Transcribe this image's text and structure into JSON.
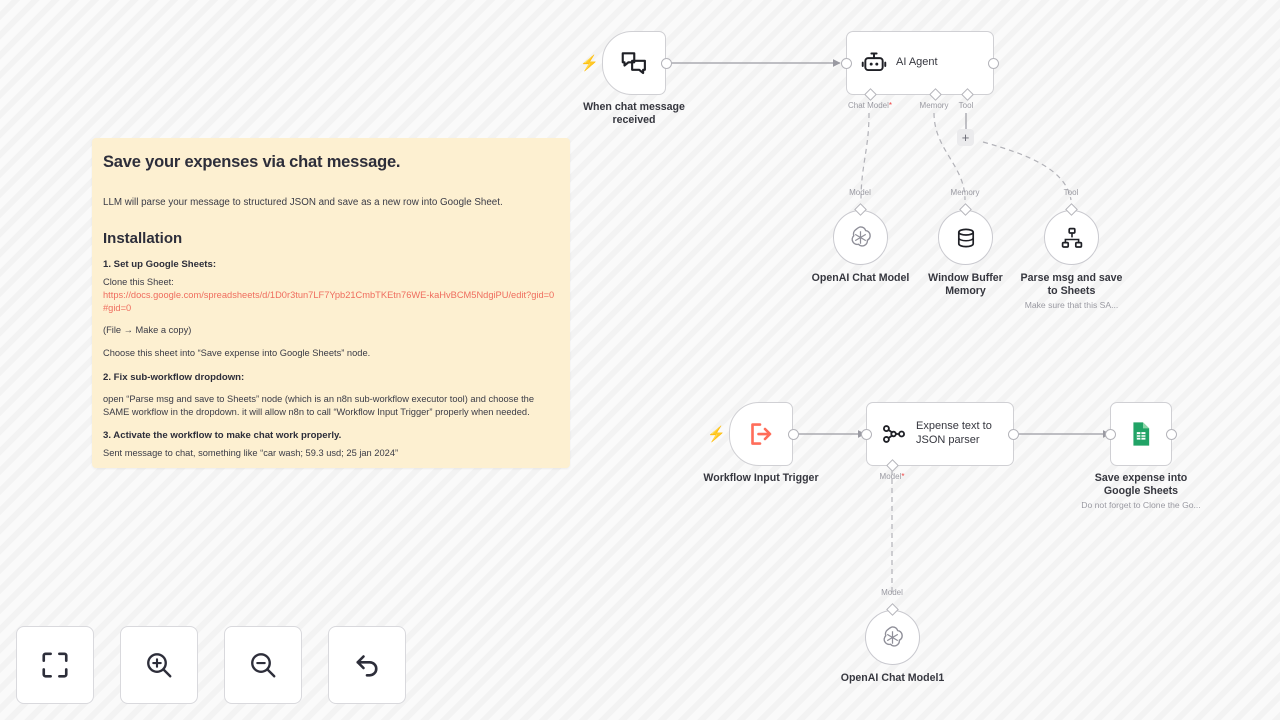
{
  "sticky": {
    "title": "Save your expenses via chat message.",
    "lead": "LLM will parse your message to structured JSON and save as a new row into Google Sheet.",
    "installation_heading": "Installation",
    "step1_heading": "1. Set up Google Sheets:",
    "clone_label": "Clone this Sheet:",
    "sheet_url": "https://docs.google.com/spreadsheets/d/1D0r3tun7LF7Ypb21CmbTKEtn76WE-kaHvBCM5NdgiPU/edit?gid=0#gid=0",
    "make_copy": "(File → Make a copy)",
    "choose_sheet": "Choose this sheet into “Save expense into Google Sheets” node.",
    "step2_heading": "2. Fix sub-workflow dropdown:",
    "step2_body": "open “Parse msg and save to Sheets” node (which is an n8n sub-workflow executor tool) and choose the SAME workflow in the dropdown. it will allow n8n to call “Workflow Input Trigger” properly when needed.",
    "step3_heading": "3. Activate the workflow to make chat work properly.",
    "step3_body": "Sent message to chat, something like “car wash; 59.3 usd; 25 jan 2024”"
  },
  "nodes": {
    "chat_trigger": {
      "label_line1": "When chat message",
      "label_line2": "received",
      "icon": "chat-bubbles-icon"
    },
    "ai_agent": {
      "label": "AI Agent",
      "icon": "robot-icon"
    },
    "openai_chat_model": {
      "label": "OpenAI Chat Model",
      "icon": "openai-icon",
      "port": "Model"
    },
    "window_buffer_memory": {
      "label_line1": "Window Buffer",
      "label_line2": "Memory",
      "icon": "database-icon",
      "port": "Memory"
    },
    "parse_msg_tool": {
      "label_line1": "Parse msg and save",
      "label_line2": "to Sheets",
      "subtitle": "Make sure that this SA...",
      "icon": "sitemap-icon",
      "port": "Tool"
    },
    "workflow_input_trigger": {
      "label": "Workflow Input Trigger",
      "icon": "execute-workflow-icon"
    },
    "expense_parser": {
      "label_line1": "Expense text to",
      "label_line2": "JSON parser",
      "icon": "output-parser-icon"
    },
    "save_expense_sheets": {
      "label_line1": "Save expense into",
      "label_line2": "Google Sheets",
      "subtitle": "Do not forget to Clone the Go...",
      "icon": "google-sheets-icon"
    },
    "openai_chat_model1": {
      "label": "OpenAI Chat Model1",
      "icon": "openai-icon",
      "port": "Model"
    }
  },
  "ports": {
    "chat_model_required": "Chat Model",
    "required_marker": "*",
    "memory": "Memory",
    "tool": "Tool",
    "model_required": "Model",
    "model": "Model",
    "add_tool": "+"
  },
  "toolbar": {
    "zoom_to_fit": "zoom-to-fit",
    "zoom_in": "zoom-in",
    "zoom_out": "zoom-out",
    "reset_zoom": "reset-zoom"
  },
  "colors": {
    "trigger_accent": "#ff6d5a",
    "sticky_bg": "#fdf0d1",
    "link": "#ef6d5e",
    "sheets_green": "#21a366",
    "required_red": "#ef4444"
  }
}
